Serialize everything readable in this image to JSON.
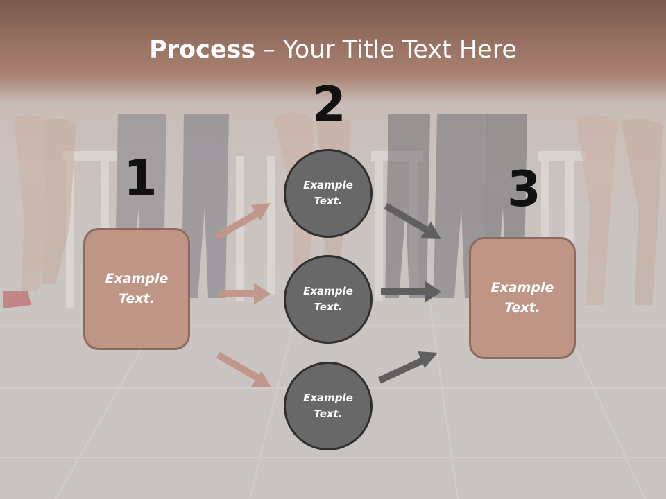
{
  "title": {
    "bold": "Process",
    "rest": " – Your Title Text Here"
  },
  "steps": [
    {
      "number": "1",
      "box_text_line1": "Example",
      "box_text_line2": "Text."
    },
    {
      "number": "2",
      "circles": [
        {
          "line1": "Example",
          "line2": "Text."
        },
        {
          "line1": "Example",
          "line2": "Text."
        },
        {
          "line1": "Example",
          "line2": "Text."
        }
      ]
    },
    {
      "number": "3",
      "box_text_line1": "Example",
      "box_text_line2": "Text."
    }
  ],
  "colors": {
    "box_fill": "#bf9585",
    "circle_fill": "#686868",
    "arrow_left": "#c0978a",
    "arrow_right": "#5f5f5f",
    "title_band": "#9a7364"
  }
}
